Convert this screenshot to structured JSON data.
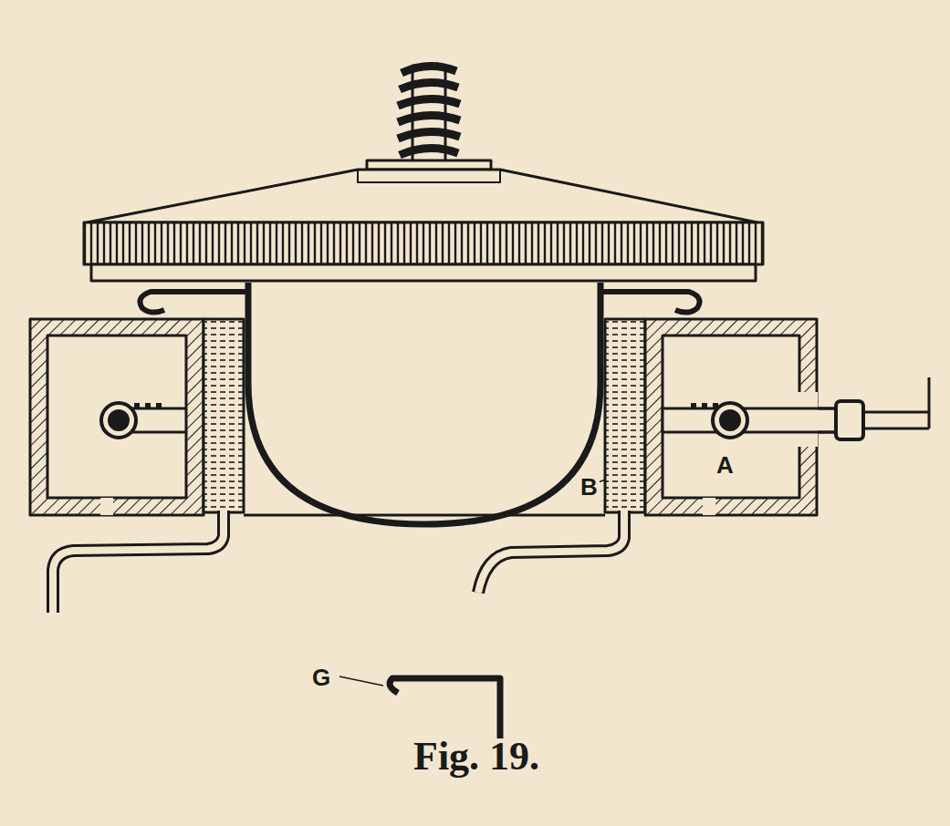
{
  "diagram": {
    "caption": "Fig. 19.",
    "labels": [
      "A",
      "B",
      "G"
    ]
  }
}
